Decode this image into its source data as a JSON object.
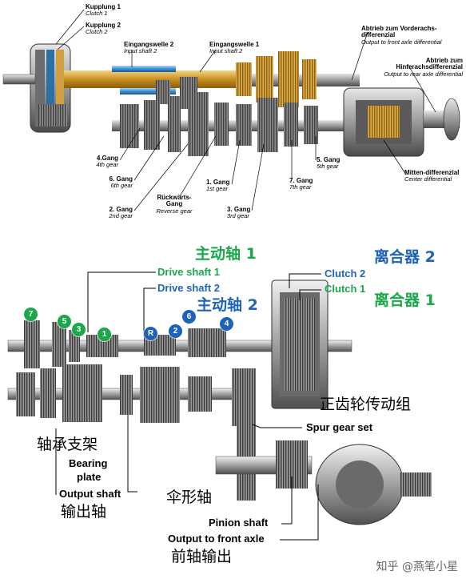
{
  "top": {
    "kupplung1": {
      "de": "Kupplung 1",
      "en": "Clutch 1"
    },
    "kupplung2": {
      "de": "Kupplung 2",
      "en": "Clutch 2"
    },
    "eingangswelle2": {
      "de": "Eingangswelle 2",
      "en": "Input shaft 2"
    },
    "eingangswelle1": {
      "de": "Eingangswelle 1",
      "en": "Input shaft 2"
    },
    "abtrieb_vorder": {
      "de": "Abtrieb zum Vorderachs-differenzial",
      "en": "Output to front axle differential"
    },
    "abtrieb_hinter": {
      "de": "Abtrieb zum Hinterachsdifferenzial",
      "en": "Output to rear axle differential"
    },
    "gang4": {
      "de": "4.Gang",
      "en": "4th gear"
    },
    "gang6": {
      "de": "6. Gang",
      "en": "6th gear"
    },
    "gang2": {
      "de": "2. Gang",
      "en": "2nd gear"
    },
    "rueckwaerts": {
      "de": "Rückwärts-Gang",
      "en": "Reverse gear"
    },
    "gang1": {
      "de": "1. Gang",
      "en": "1st gear"
    },
    "gang3": {
      "de": "3. Gang",
      "en": "3rd gear"
    },
    "gang7": {
      "de": "7. Gang",
      "en": "7th gear"
    },
    "gang5": {
      "de": "5. Gang",
      "en": "5th gear"
    },
    "mitten": {
      "de": "Mitten-differenzial",
      "en": "Center differential"
    }
  },
  "bottom": {
    "drive_shaft1_cn": "主动轴 1",
    "drive_shaft1_en": "Drive shaft 1",
    "drive_shaft2_en": "Drive shaft 2",
    "drive_shaft2_cn": "主动轴 2",
    "clutch2_cn": "离合器 2",
    "clutch2_en": "Clutch 2",
    "clutch1_en": "Clutch 1",
    "clutch1_cn": "离合器 1",
    "spur_gear_cn": "正齿轮传动组",
    "spur_gear_en": "Spur gear set",
    "bearing_cn": "轴承支架",
    "bearing_en_1": "Bearing",
    "bearing_en_2": "plate",
    "output_shaft_en": "Output shaft",
    "output_shaft_cn": "输出轴",
    "pinion_cn": "伞形轴",
    "pinion_en": "Pinion shaft",
    "front_output_en": "Output to front axle",
    "front_output_cn": "前轴输出",
    "badges": [
      "7",
      "5",
      "3",
      "1",
      "R",
      "2",
      "6",
      "4"
    ]
  },
  "watermark": "知乎 @燕笔小星",
  "colors": {
    "green": "#1aa84a",
    "blue": "#1f63b8",
    "shaft_gold": "#d9a53a",
    "shaft_blue": "#3a8fd0"
  }
}
